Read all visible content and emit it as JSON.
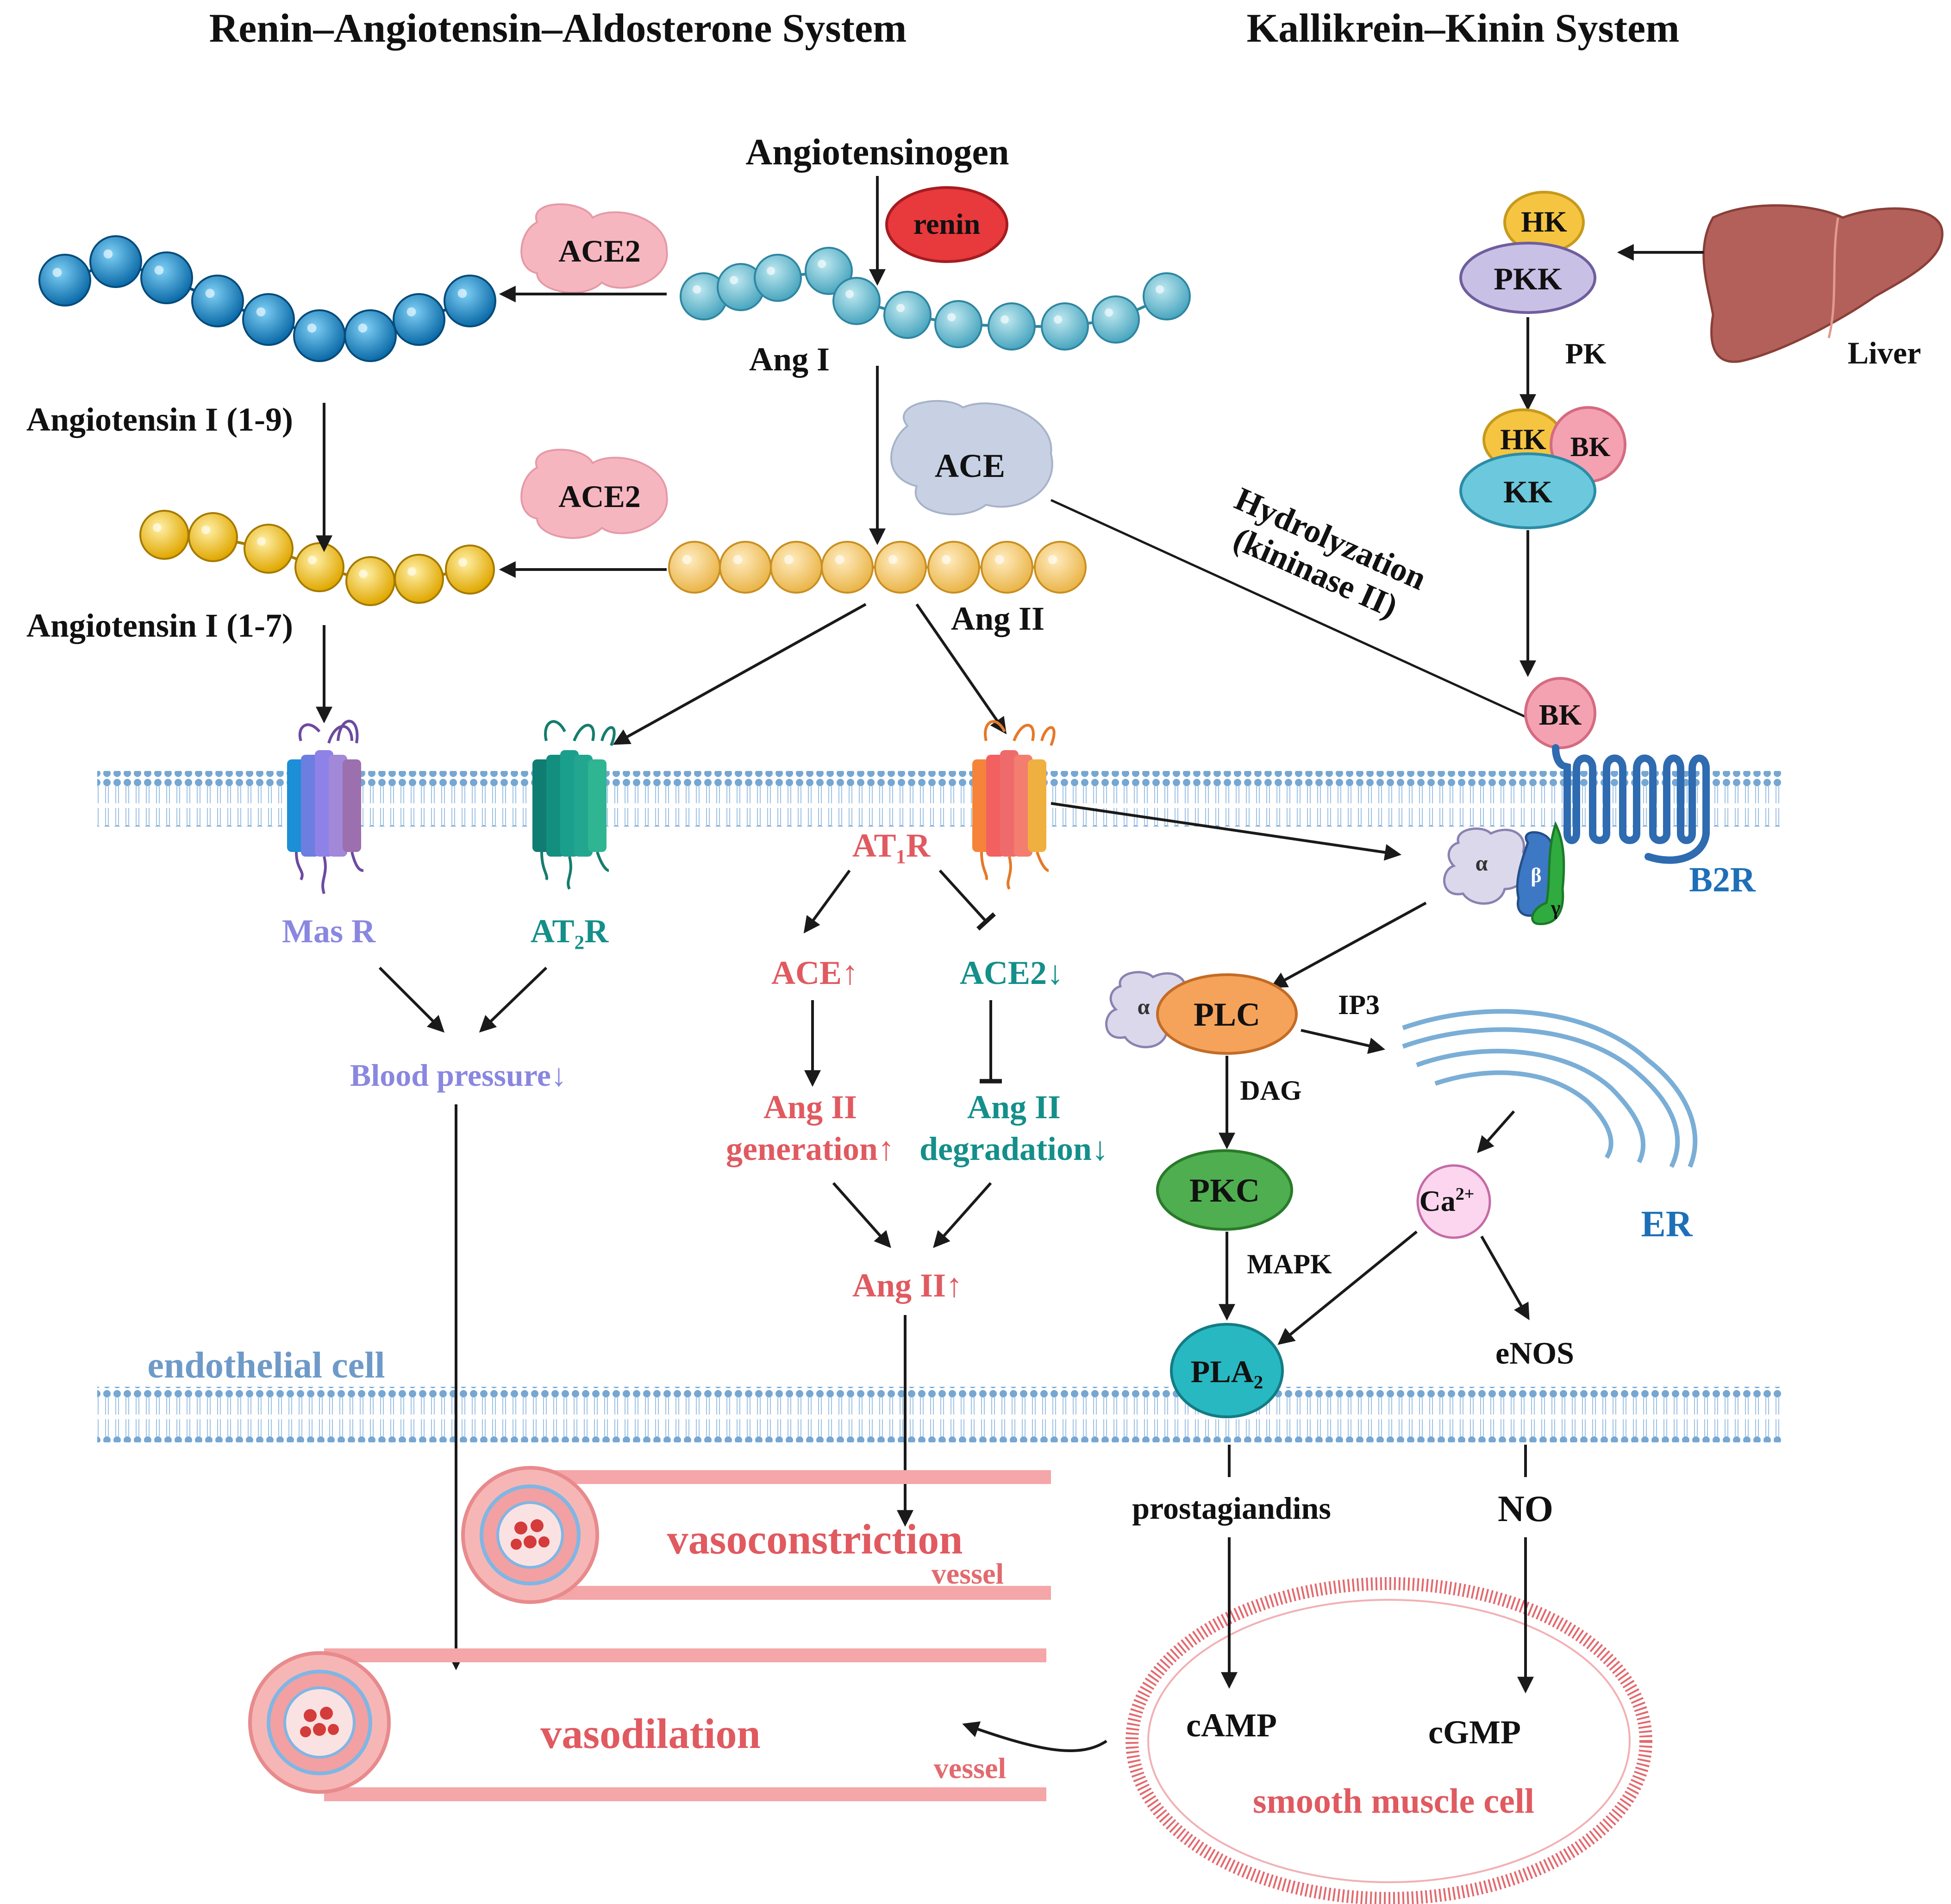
{
  "titles": {
    "raas": "Renin–Angiotensin–Aldosterone System",
    "kks": "Kallikrein–Kinin System"
  },
  "raas": {
    "angiotensinogen": "Angiotensinogen",
    "renin": "renin",
    "ace2_top": "ACE2",
    "ace2_mid": "ACE2",
    "ace": "ACE",
    "ang1": "Ang I",
    "ang2": "Ang II",
    "ang_1_9": "Angiotensin I (1-9)",
    "ang_1_7": "Angiotensin I (1-7)",
    "mas_r": "Mas R",
    "at2r": "AT₂R",
    "at1r": "AT₁R",
    "blood_pressure": "Blood pressure↓",
    "ace_up": "ACE↑",
    "ace2_down": "ACE2↓",
    "ang2_gen_1": "Ang II",
    "ang2_gen_2": "generation↑",
    "ang2_deg_1": "Ang II",
    "ang2_deg_2": "degradation↓",
    "ang2_up": "Ang II↑",
    "hydrolyzation_1": "Hydrolyzation",
    "hydrolyzation_2": "(kininase II)"
  },
  "kks": {
    "hk": "HK",
    "pkk": "PKK",
    "pk": "PK",
    "liver": "Liver",
    "hk2": "HK",
    "bk_small": "BK",
    "kk": "KK",
    "bk": "BK",
    "b2r": "B2R",
    "g_alpha": "α",
    "g_beta": "β",
    "g_gamma": "γ",
    "plc_alpha": "α",
    "plc": "PLC",
    "ip3": "IP3",
    "dag": "DAG",
    "pkc": "PKC",
    "er": "ER",
    "ca": "Ca",
    "ca_sup": "2+",
    "mapk": "MAPK",
    "pla2": "PLA₂",
    "enos": "eNOS",
    "prostaglandins": "prostagiandins",
    "no": "NO",
    "camp": "cAMP",
    "cgmp": "cGMP",
    "smooth_muscle": "smooth muscle cell"
  },
  "lower": {
    "endothelial": "endothelial cell",
    "vasoconstriction": "vasoconstriction",
    "vessel_top": "vessel",
    "vasodilation": "vasodilation",
    "vessel_bottom": "vessel"
  },
  "colors": {
    "ang1_bead": "#5bb6cc",
    "ang19_bead": "#1a86c4",
    "ang2_bead": "#f3c462",
    "ang17_bead": "#f0bb1f",
    "renin": "#e8393d",
    "ace2": "#f6b6c0",
    "ace": "#c7d1e3",
    "membrane": "#76a7d3",
    "red_text": "#e05a60",
    "teal_text": "#148f8a",
    "purple_text": "#8a87e0",
    "blue_text": "#1e6fb8",
    "endothelial_text": "#6e9ac8"
  }
}
